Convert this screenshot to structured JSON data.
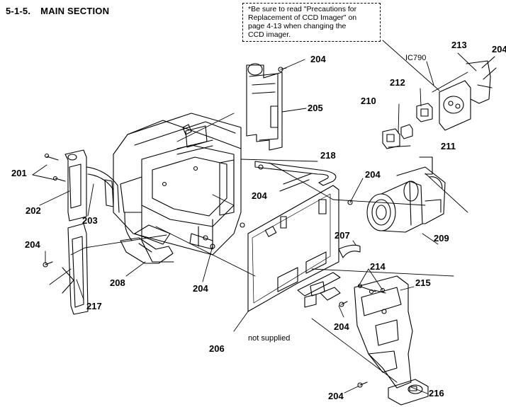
{
  "diagram": {
    "section_number": "5-1-5.",
    "section_title": "MAIN SECTION",
    "note_lines": [
      "*Be sure to read \"Precautions for",
      "Replacement of CCD Imager\" on",
      "page 4-13 when changing the",
      "CCD imager."
    ],
    "labels": {
      "p201": "201",
      "p202": "202",
      "p203": "203",
      "p204_top": "204",
      "p204_topright": "204",
      "p204_lens": "204",
      "p204_center": "204",
      "p204_left": "204",
      "p204_bottom_mid": "204",
      "p204_frame": "204",
      "p204_bottom": "204",
      "p205": "205",
      "p206": "206",
      "p207": "207",
      "p208": "208",
      "p209": "209",
      "p210": "210",
      "p211": "211",
      "p212": "212",
      "p213": "213",
      "p214": "214",
      "p215": "215",
      "p216": "216",
      "p217": "217",
      "p218": "218",
      "ic790": "IC790",
      "not_supplied": "not supplied"
    }
  }
}
